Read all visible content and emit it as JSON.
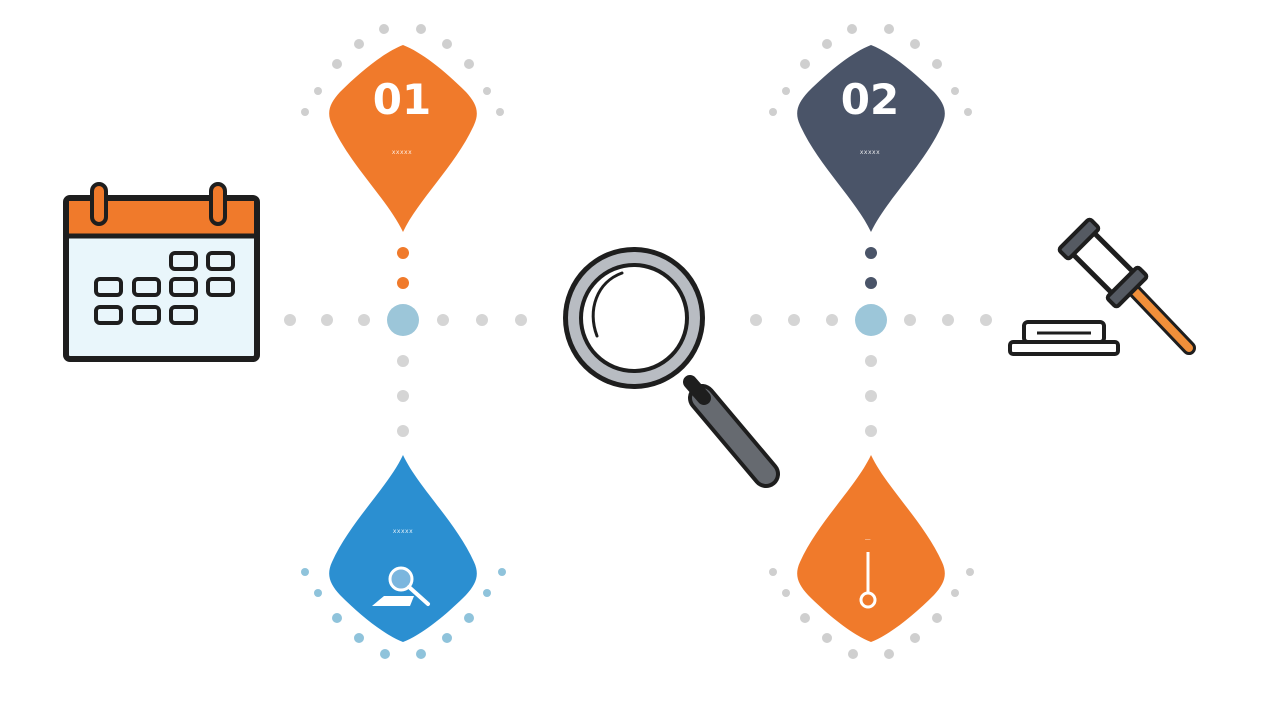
{
  "diagram": {
    "markers": [
      {
        "id": "marker-01",
        "number": "01",
        "caption": "xxxxx",
        "color": "#f07a2b",
        "direction": "up",
        "icon": "none"
      },
      {
        "id": "marker-02",
        "number": "02",
        "caption": "xxxxx",
        "color": "#4a5468",
        "direction": "up",
        "icon": "none"
      },
      {
        "id": "marker-bottom-left",
        "number": "",
        "caption": "xxxxx",
        "color": "#2b8fd1",
        "direction": "down",
        "icon": "magnifier-on-book-icon"
      },
      {
        "id": "marker-bottom-right",
        "number": "",
        "caption": "—",
        "color": "#f07a2b",
        "direction": "down",
        "icon": "thermometer-icon"
      }
    ],
    "icons": {
      "left": "calendar-icon",
      "center": "magnifying-glass-icon",
      "right": "gavel-icon"
    },
    "colors": {
      "orange": "#f07a2b",
      "slate": "#4a5468",
      "blue": "#2b8fd1",
      "node": "#9cc6d9",
      "dots": "#d5d5d5",
      "outline": "#1e1e1e"
    }
  }
}
